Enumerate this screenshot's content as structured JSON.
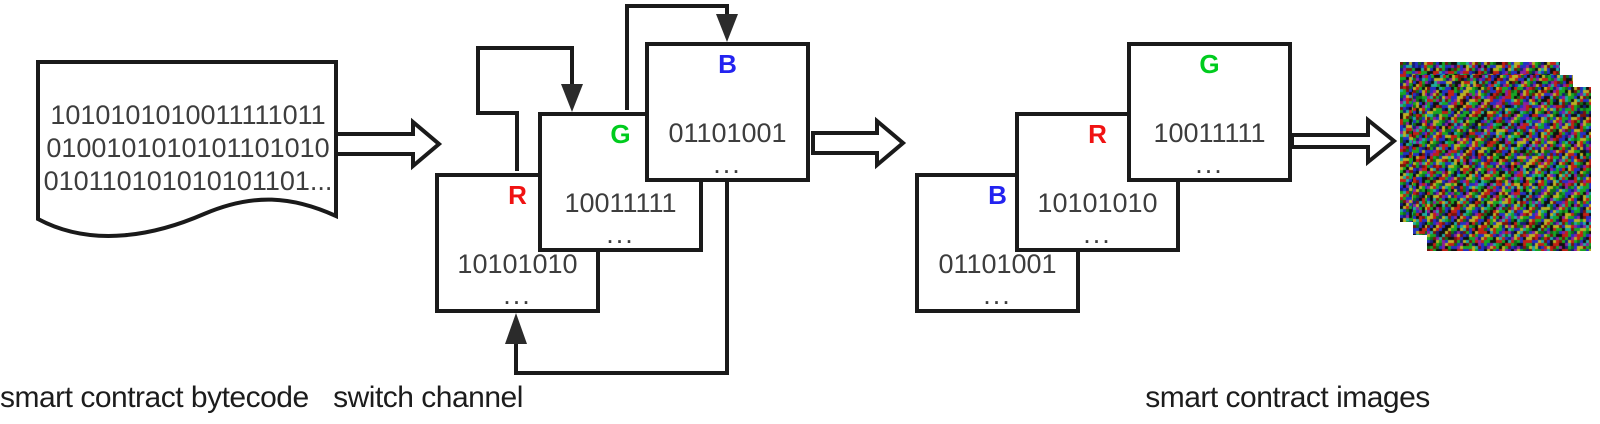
{
  "captions": {
    "left": "smart contract bytecode",
    "middle": "switch channel",
    "right": "smart contract images"
  },
  "document": {
    "lines": [
      "1010101010011111011",
      "0100101010101101010",
      "010110101010101101..."
    ]
  },
  "middle_group": {
    "boxes": [
      {
        "channel": "R",
        "binary": "10101010",
        "dots": "..."
      },
      {
        "channel": "G",
        "binary": "10011111",
        "dots": "..."
      },
      {
        "channel": "B",
        "binary": "01101001",
        "dots": "..."
      }
    ]
  },
  "right_group": {
    "boxes": [
      {
        "channel": "B",
        "binary": "01101001",
        "dots": "..."
      },
      {
        "channel": "R",
        "binary": "10101010",
        "dots": "..."
      },
      {
        "channel": "G",
        "binary": "10011111",
        "dots": "..."
      }
    ]
  },
  "colors": {
    "R": "#f01212",
    "G": "#00cc1e",
    "B": "#2323f0",
    "line": "#1a1a1a",
    "text": "#3d3d3d"
  },
  "image_stack": {
    "noise_palette": [
      "#c22015",
      "#7a130c",
      "#18a425",
      "#0e6f18",
      "#2430c4",
      "#161d7a",
      "#101010",
      "#8d1f9e",
      "#b9b022",
      "#1fa8a0"
    ]
  }
}
